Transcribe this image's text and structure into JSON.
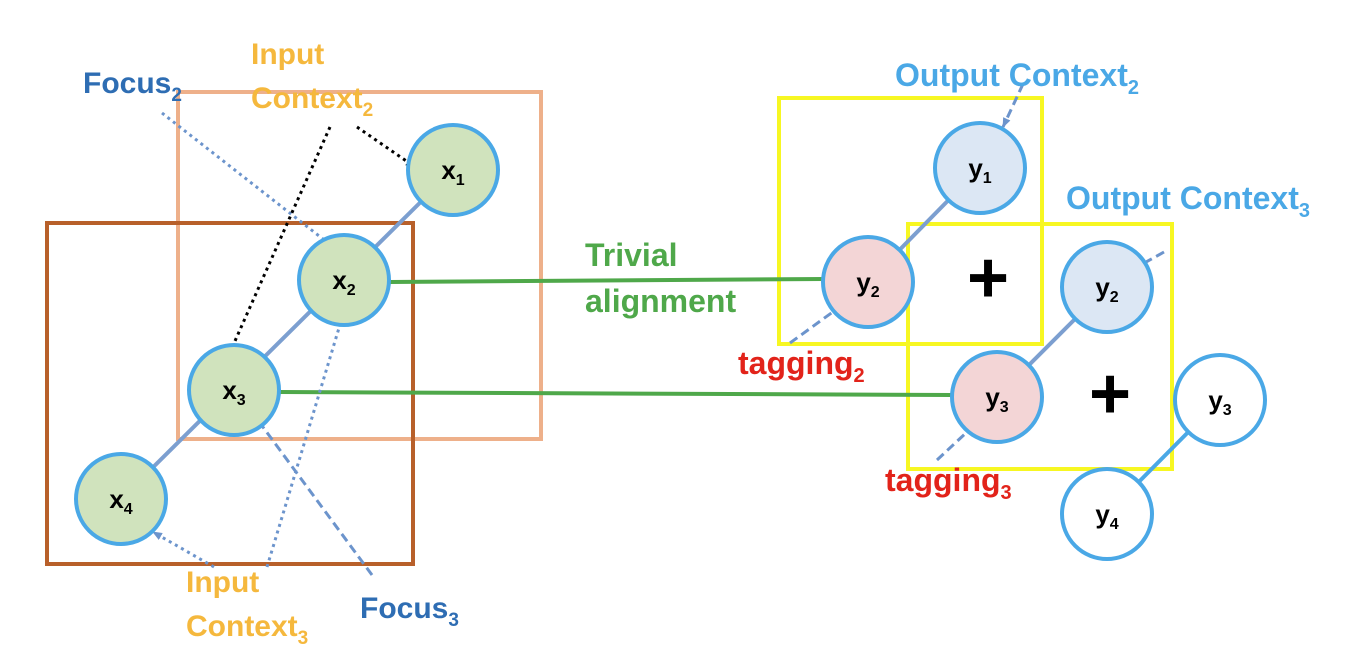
{
  "colors": {
    "blue_label": "#2e6db3",
    "orange_label": "#f5b83d",
    "light_blue_label": "#4aa8e6",
    "green": "#4fa84a",
    "red": "#e2231a",
    "box_light_orange": "#eeb08a",
    "box_brown": "#b8602a",
    "box_yellow": "#f7f722",
    "node_green_fill": "#d0e3bd",
    "node_pink_fill": "#f3d5d6",
    "node_lightblue_fill": "#dce7f4",
    "node_white_fill": "#ffffff",
    "node_stroke": "#4aa8e6",
    "chain_line": "#7c9fd0",
    "dashed_arrow": "#6c94cc"
  },
  "input_nodes": {
    "x1": {
      "base": "x",
      "sub": "1"
    },
    "x2": {
      "base": "x",
      "sub": "2"
    },
    "x3": {
      "base": "x",
      "sub": "3"
    },
    "x4": {
      "base": "x",
      "sub": "4"
    }
  },
  "output_nodes": {
    "y1": {
      "base": "y",
      "sub": "1"
    },
    "y2a": {
      "base": "y",
      "sub": "2"
    },
    "y2b": {
      "base": "y",
      "sub": "2"
    },
    "y3a": {
      "base": "y",
      "sub": "3"
    },
    "y3b": {
      "base": "y",
      "sub": "3"
    },
    "y4": {
      "base": "y",
      "sub": "4"
    }
  },
  "labels": {
    "focus2": {
      "base": "Focus",
      "sub": "2"
    },
    "focus3": {
      "base": "Focus",
      "sub": "3"
    },
    "input_context2": {
      "line1": "Input",
      "base": "Context",
      "sub": "2"
    },
    "input_context3": {
      "line1": "Input",
      "base": "Context",
      "sub": "3"
    },
    "output_context2": {
      "base": "Output Context",
      "sub": "2"
    },
    "output_context3": {
      "base": "Output Context",
      "sub": "3"
    },
    "trivial_line1": "Trivial",
    "trivial_line2": "alignment",
    "tagging2": {
      "base": "tagging",
      "sub": "2"
    },
    "tagging3": {
      "base": "tagging",
      "sub": "3"
    },
    "plus": "+"
  }
}
